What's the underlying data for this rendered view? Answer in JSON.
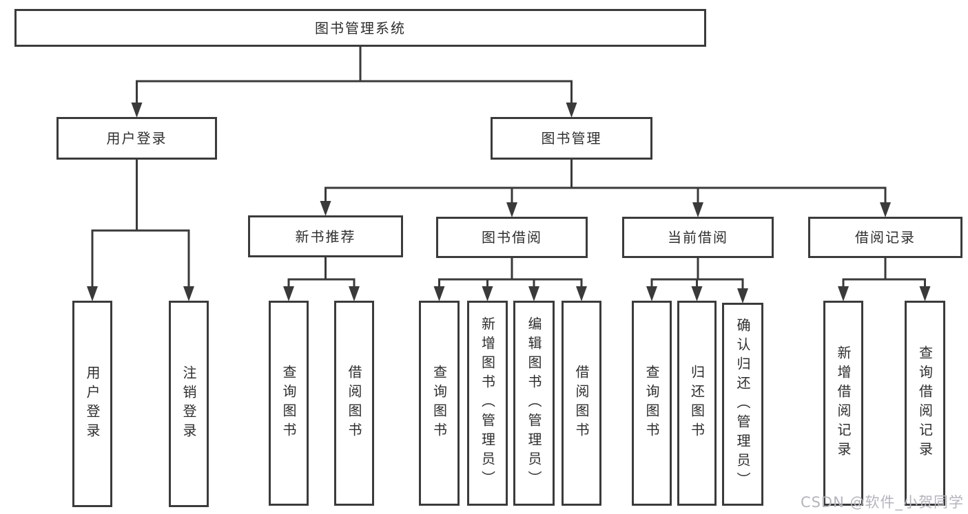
{
  "diagram": {
    "title": "图书管理系统",
    "watermark": "CSDN @软件_小贺同学",
    "colors": {
      "line": "#3a3a3a",
      "box_border": "#3b3b3b",
      "text": "#2e2e2e",
      "background": "#ffffff",
      "watermark": "#b4b4bd"
    },
    "nodes": [
      {
        "id": "root",
        "label": "图书管理系统",
        "parent": null,
        "orientation": "horizontal"
      },
      {
        "id": "user-login",
        "label": "用户登录",
        "parent": "root",
        "orientation": "horizontal"
      },
      {
        "id": "book-mgmt",
        "label": "图书管理",
        "parent": "root",
        "orientation": "horizontal"
      },
      {
        "id": "new-book-rec",
        "label": "新书推荐",
        "parent": "book-mgmt",
        "orientation": "horizontal"
      },
      {
        "id": "book-borrow",
        "label": "图书借阅",
        "parent": "book-mgmt",
        "orientation": "horizontal"
      },
      {
        "id": "current-borrow",
        "label": "当前借阅",
        "parent": "book-mgmt",
        "orientation": "horizontal"
      },
      {
        "id": "borrow-record",
        "label": "借阅记录",
        "parent": "book-mgmt",
        "orientation": "horizontal"
      },
      {
        "id": "leaf-user-login",
        "label": "用户登录",
        "parent": "user-login",
        "orientation": "vertical"
      },
      {
        "id": "leaf-logout",
        "label": "注销登录",
        "parent": "user-login",
        "orientation": "vertical"
      },
      {
        "id": "leaf-nbr-query",
        "label": "查询图书",
        "parent": "new-book-rec",
        "orientation": "vertical"
      },
      {
        "id": "leaf-nbr-borrow",
        "label": "借阅图书",
        "parent": "new-book-rec",
        "orientation": "vertical"
      },
      {
        "id": "leaf-bb-query",
        "label": "查询图书",
        "parent": "book-borrow",
        "orientation": "vertical"
      },
      {
        "id": "leaf-bb-add",
        "label": "新增图书（管理员）",
        "parent": "book-borrow",
        "orientation": "vertical"
      },
      {
        "id": "leaf-bb-edit",
        "label": "编辑图书（管理员）",
        "parent": "book-borrow",
        "orientation": "vertical"
      },
      {
        "id": "leaf-bb-borrow",
        "label": "借阅图书",
        "parent": "book-borrow",
        "orientation": "vertical"
      },
      {
        "id": "leaf-cb-query",
        "label": "查询图书",
        "parent": "current-borrow",
        "orientation": "vertical"
      },
      {
        "id": "leaf-cb-return",
        "label": "归还图书",
        "parent": "current-borrow",
        "orientation": "vertical"
      },
      {
        "id": "leaf-cb-confirm",
        "label": "确认归还（管理员）",
        "parent": "current-borrow",
        "orientation": "vertical"
      },
      {
        "id": "leaf-br-add",
        "label": "新增借阅记录",
        "parent": "borrow-record",
        "orientation": "vertical"
      },
      {
        "id": "leaf-br-query",
        "label": "查询借阅记录",
        "parent": "borrow-record",
        "orientation": "vertical"
      }
    ]
  }
}
